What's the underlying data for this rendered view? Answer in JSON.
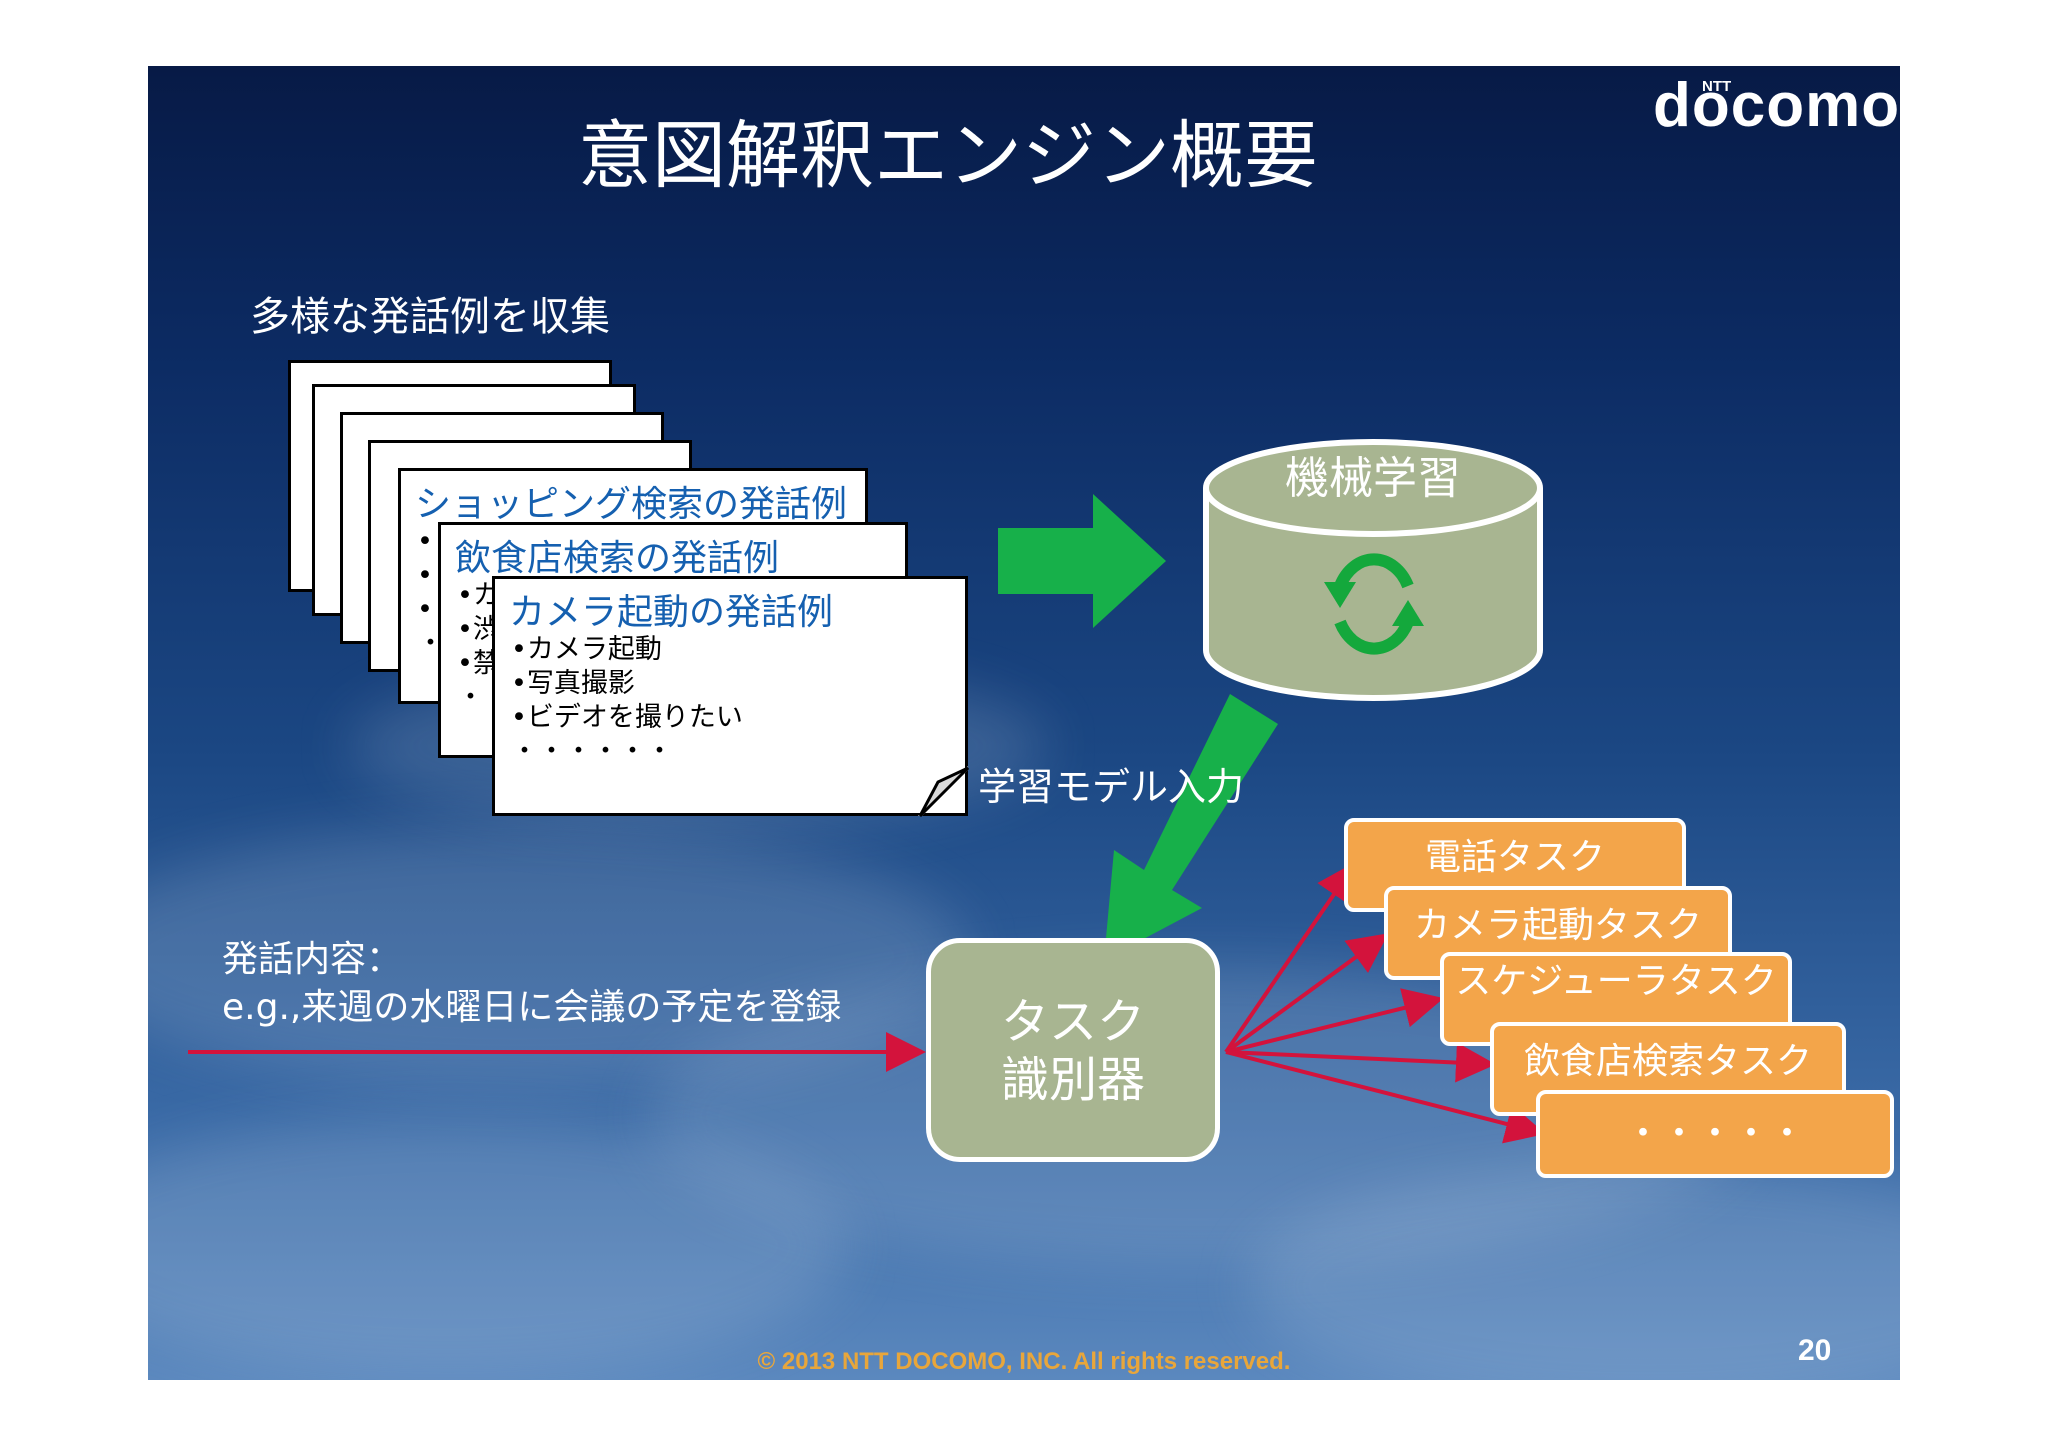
{
  "title": "意図解釈エンジン概要",
  "logo": {
    "brand": "docomo",
    "superscript": "NTT"
  },
  "collect_heading": "多様な発話例を収集",
  "cards": [
    {
      "title": "ショッピング検索の発話例",
      "items": [
        "•",
        "•",
        "•",
        "・・"
      ]
    },
    {
      "title": "飲食店検索の発話例",
      "items": [
        "•カ",
        "•渋",
        "•禁",
        "・・・"
      ]
    },
    {
      "title": "カメラ起動の発話例",
      "items": [
        "•カメラ起動",
        "•写真撮影",
        "•ビデオを撮りたい",
        "・・・・・・"
      ]
    }
  ],
  "ml_label": "機械学習",
  "model_input_label": "学習モデル入力",
  "classifier_label": [
    "タスク",
    "識別器"
  ],
  "input": {
    "label": "発話内容：",
    "example": "e.g.,来週の水曜日に会議の予定を登録"
  },
  "tasks": [
    "電話タスク",
    "カメラ起動タスク",
    "スケジューラタスク",
    "飲食店検索タスク",
    "・・・・・"
  ],
  "footer": {
    "copyright": "© 2013  NTT DOCOMO, INC. All rights reserved.",
    "page_number": "20"
  },
  "colors": {
    "arrow_green": "#17b04a",
    "arrow_red": "#d3133c",
    "task_orange": "#f3a54a",
    "classifier_fill": "#a8b591",
    "card_title_blue": "#1560b0"
  },
  "icons": [
    "refresh-cycle-icon"
  ]
}
